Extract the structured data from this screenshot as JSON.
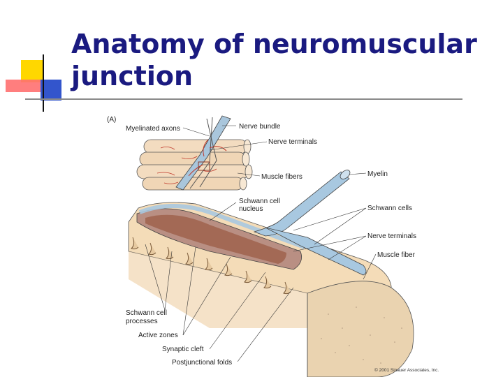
{
  "slide": {
    "title_line1": "Anatomy of neuromuscular",
    "title_line2": "junction"
  },
  "figure": {
    "panel_label": "(A)",
    "labels": {
      "myelinated_axons": "Myelinated axons",
      "nerve_bundle": "Nerve bundle",
      "nerve_terminals_top": "Nerve terminals",
      "muscle_fibers": "Muscle fibers",
      "myelin": "Myelin",
      "schwann_cell_nucleus_1": "Schwann cell",
      "schwann_cell_nucleus_2": "nucleus",
      "schwann_cells": "Schwann cells",
      "nerve_terminals": "Nerve terminals",
      "muscle_fiber": "Muscle fiber",
      "schwann_processes_1": "Schwann cell",
      "schwann_processes_2": "processes",
      "active_zones": "Active zones",
      "synaptic_cleft": "Synaptic cleft",
      "postjunctional_folds": "Postjunctional folds"
    },
    "copyright": "© 2001 Sinauer Associates, Inc."
  },
  "colors": {
    "title": "#1a1a80",
    "deco_yellow": "#ffd700",
    "deco_red": "#ff6666",
    "deco_blue": "#3355cc",
    "muscle": "#f1d9b5",
    "terminal": "#a0624a",
    "myelin": "#a8c8e0"
  }
}
